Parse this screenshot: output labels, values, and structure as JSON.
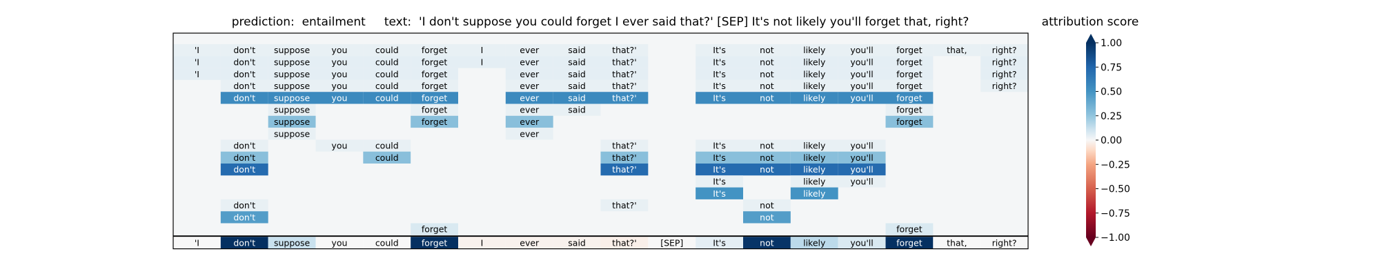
{
  "chart_data": [
    {
      "type": "heatmap",
      "title_prefix": "prediction:",
      "prediction": "entailment",
      "text_prefix": "text:",
      "text": "'I don't suppose you could forget I ever said that?' [SEP] It's not likely you'll forget that, right?",
      "tokens": [
        "'I",
        "don't",
        "suppose",
        "you",
        "could",
        "forget",
        "I",
        "ever",
        "said",
        "that?'",
        "[SEP]",
        "It's",
        "not",
        "likely",
        "you'll",
        "forget",
        "that,",
        "right?"
      ],
      "rows": [
        {
          "shown": [
            1,
            1,
            1,
            1,
            1,
            1,
            1,
            1,
            1,
            1,
            0,
            1,
            1,
            1,
            1,
            1,
            1,
            1
          ],
          "values": [
            0.04,
            0.04,
            0.04,
            0.04,
            0.04,
            0.04,
            0.04,
            0.04,
            0.04,
            0.04,
            0,
            0.04,
            0.04,
            0.04,
            0.04,
            0.04,
            0.04,
            0.04
          ]
        },
        {
          "shown": [
            1,
            1,
            1,
            1,
            1,
            1,
            1,
            1,
            1,
            1,
            0,
            1,
            1,
            1,
            1,
            1,
            0,
            1
          ],
          "values": [
            0.05,
            0.05,
            0.05,
            0.05,
            0.05,
            0.05,
            0.05,
            0.05,
            0.05,
            0.05,
            0,
            0.05,
            0.05,
            0.05,
            0.05,
            0.05,
            0,
            0.05
          ]
        },
        {
          "shown": [
            1,
            1,
            1,
            1,
            1,
            1,
            0,
            1,
            1,
            1,
            0,
            1,
            1,
            1,
            1,
            1,
            0,
            1
          ],
          "values": [
            0.05,
            0.05,
            0.05,
            0.05,
            0.05,
            0.05,
            0,
            0.05,
            0.05,
            0.05,
            0,
            0.05,
            0.05,
            0.05,
            0.05,
            0.05,
            0,
            0.05
          ]
        },
        {
          "shown": [
            0,
            1,
            1,
            1,
            1,
            1,
            0,
            1,
            1,
            1,
            0,
            1,
            1,
            1,
            1,
            1,
            0,
            1
          ],
          "values": [
            0,
            0.04,
            0.04,
            0.04,
            0.04,
            0.04,
            0,
            0.04,
            0.04,
            0.04,
            0,
            0.04,
            0.04,
            0.04,
            0.04,
            0.04,
            0,
            0.04
          ]
        },
        {
          "shown": [
            0,
            1,
            1,
            1,
            1,
            1,
            0,
            1,
            1,
            1,
            0,
            1,
            1,
            1,
            1,
            1,
            0,
            0
          ],
          "values": [
            0,
            0.55,
            0.55,
            0.55,
            0.55,
            0.55,
            0,
            0.55,
            0.55,
            0.55,
            0,
            0.55,
            0.55,
            0.55,
            0.55,
            0.55,
            0,
            0
          ]
        },
        {
          "shown": [
            0,
            0,
            1,
            0,
            0,
            1,
            0,
            1,
            1,
            0,
            0,
            0,
            0,
            0,
            0,
            1,
            0,
            0
          ],
          "values": [
            0,
            0,
            0.04,
            0,
            0,
            0.04,
            0,
            0.04,
            0.04,
            0,
            0,
            0,
            0,
            0,
            0,
            0.04,
            0,
            0
          ]
        },
        {
          "shown": [
            0,
            0,
            1,
            0,
            0,
            1,
            0,
            1,
            0,
            0,
            0,
            0,
            0,
            0,
            0,
            1,
            0,
            0
          ],
          "values": [
            0,
            0,
            0.28,
            0,
            0,
            0.28,
            0,
            0.28,
            0,
            0,
            0,
            0,
            0,
            0,
            0,
            0.28,
            0,
            0
          ]
        },
        {
          "shown": [
            0,
            0,
            1,
            0,
            0,
            0,
            0,
            1,
            0,
            0,
            0,
            0,
            0,
            0,
            0,
            0,
            0,
            0
          ],
          "values": [
            0,
            0,
            0.04,
            0,
            0,
            0,
            0,
            0.04,
            0,
            0,
            0,
            0,
            0,
            0,
            0,
            0,
            0,
            0
          ]
        },
        {
          "shown": [
            0,
            1,
            0,
            1,
            1,
            0,
            0,
            0,
            0,
            1,
            0,
            1,
            1,
            1,
            1,
            0,
            0,
            0
          ],
          "values": [
            0,
            0.04,
            0,
            0.04,
            0.04,
            0,
            0,
            0,
            0,
            0.04,
            0,
            0.04,
            0.04,
            0.04,
            0.04,
            0,
            0,
            0
          ]
        },
        {
          "shown": [
            0,
            1,
            0,
            0,
            1,
            0,
            0,
            0,
            0,
            1,
            0,
            1,
            1,
            1,
            1,
            0,
            0,
            0
          ],
          "values": [
            0,
            0.28,
            0,
            0,
            0.28,
            0,
            0,
            0,
            0,
            0.28,
            0,
            0.28,
            0.28,
            0.28,
            0.28,
            0,
            0,
            0
          ]
        },
        {
          "shown": [
            0,
            1,
            0,
            0,
            0,
            0,
            0,
            0,
            0,
            1,
            0,
            1,
            1,
            1,
            1,
            0,
            0,
            0
          ],
          "values": [
            0,
            0.72,
            0,
            0,
            0,
            0,
            0,
            0,
            0,
            0.72,
            0,
            0.72,
            0.72,
            0.72,
            0.72,
            0,
            0,
            0
          ]
        },
        {
          "shown": [
            0,
            0,
            0,
            0,
            0,
            0,
            0,
            0,
            0,
            0,
            0,
            1,
            0,
            1,
            1,
            0,
            0,
            0
          ],
          "values": [
            0,
            0,
            0,
            0,
            0,
            0,
            0,
            0,
            0,
            0,
            0,
            0.04,
            0,
            0.04,
            0.04,
            0,
            0,
            0
          ]
        },
        {
          "shown": [
            0,
            0,
            0,
            0,
            0,
            0,
            0,
            0,
            0,
            0,
            0,
            1,
            0,
            1,
            0,
            0,
            0,
            0
          ],
          "values": [
            0,
            0,
            0,
            0,
            0,
            0,
            0,
            0,
            0,
            0,
            0,
            0.5,
            0,
            0.5,
            0,
            0,
            0,
            0
          ]
        },
        {
          "shown": [
            0,
            1,
            0,
            0,
            0,
            0,
            0,
            0,
            0,
            1,
            0,
            0,
            1,
            0,
            0,
            0,
            0,
            0
          ],
          "values": [
            0,
            0.04,
            0,
            0,
            0,
            0,
            0,
            0,
            0,
            0.04,
            0,
            0,
            0.04,
            0,
            0,
            0,
            0,
            0
          ]
        },
        {
          "shown": [
            0,
            1,
            0,
            0,
            0,
            0,
            0,
            0,
            0,
            0,
            0,
            0,
            1,
            0,
            0,
            0,
            0,
            0
          ],
          "values": [
            0,
            0.45,
            0,
            0,
            0,
            0,
            0,
            0,
            0,
            0,
            0,
            0,
            0.45,
            0,
            0,
            0,
            0,
            0
          ]
        },
        {
          "shown": [
            0,
            0,
            0,
            0,
            0,
            1,
            0,
            0,
            0,
            0,
            0,
            0,
            0,
            0,
            0,
            1,
            0,
            0
          ],
          "values": [
            0,
            0,
            0,
            0,
            0,
            0.08,
            0,
            0,
            0,
            0,
            0,
            0,
            0,
            0,
            0,
            0.08,
            0,
            0
          ]
        }
      ],
      "attribution_row": [
        0.0,
        1.0,
        0.12,
        0.0,
        0.0,
        1.0,
        -0.02,
        -0.02,
        -0.02,
        -0.03,
        0.0,
        0.05,
        0.98,
        0.15,
        0.08,
        1.0,
        0.0,
        0.0
      ],
      "colorbar": {
        "label": "attribution score",
        "range": [
          -1,
          1
        ],
        "ticks": [
          1.0,
          0.75,
          0.5,
          0.25,
          0.0,
          -0.25,
          -0.5,
          -0.75,
          -1.0
        ],
        "tick_labels": [
          "1.00",
          "0.75",
          "0.50",
          "0.25",
          "0.00",
          "−0.25",
          "−0.50",
          "−0.75",
          "−1.00"
        ],
        "colormap": "RdBu",
        "extend": "both"
      },
      "background_color": "#f4f6f7"
    }
  ]
}
